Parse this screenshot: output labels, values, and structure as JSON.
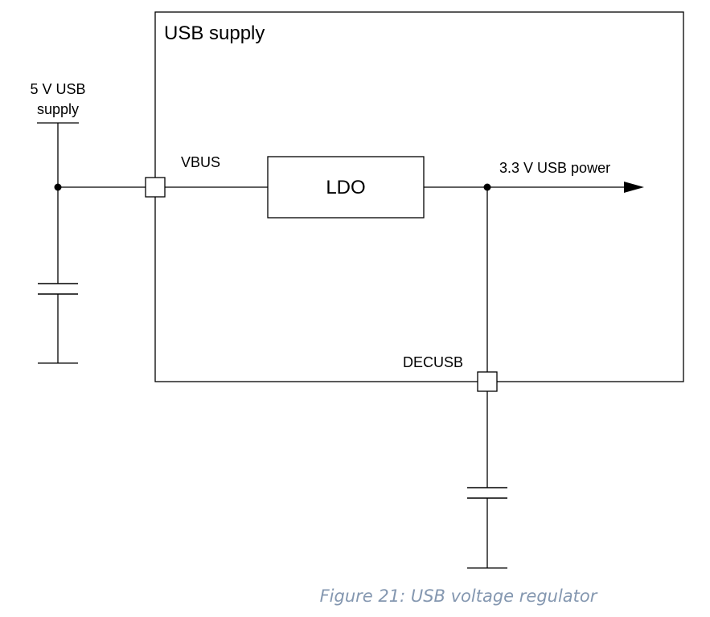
{
  "diagram": {
    "block_title": "USB supply",
    "input_label_line1": "5 V USB",
    "input_label_line2": "supply",
    "vbus_label": "VBUS",
    "ldo_label": "LDO",
    "output_label": "3.3 V USB power",
    "decusb_label": "DECUSB"
  },
  "caption": {
    "text": "Figure 21: USB voltage regulator"
  },
  "colors": {
    "lines": "#000000",
    "caption": "#8497b0"
  }
}
